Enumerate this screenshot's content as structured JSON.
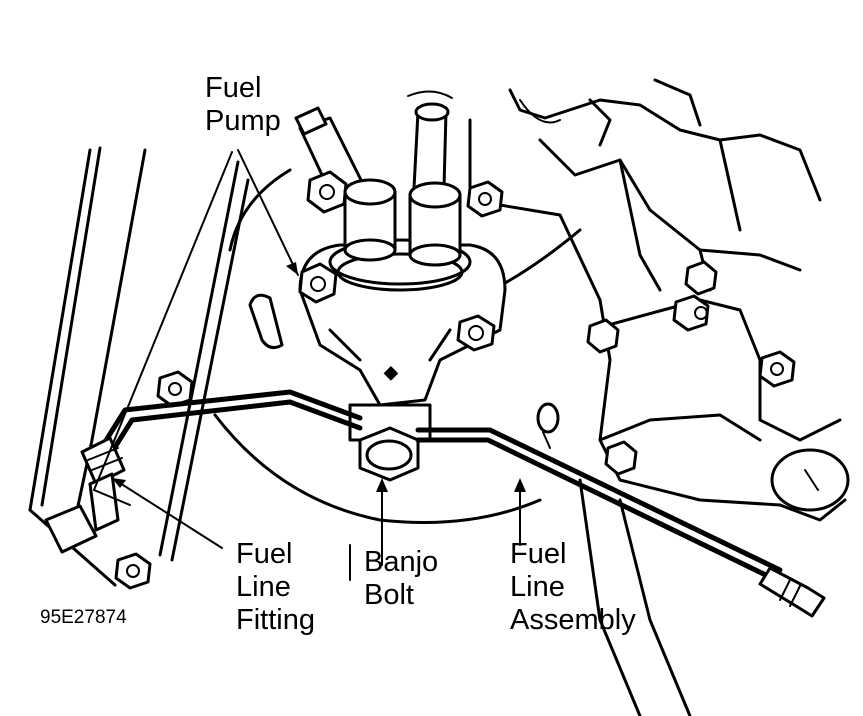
{
  "figure_id": "95E27874",
  "labels": {
    "fuel_pump": [
      "Fuel",
      "Pump"
    ],
    "banjo_bolt": [
      "Banjo",
      "Bolt"
    ],
    "fuel_line_fitting": [
      "Fuel",
      "Line",
      "Fitting"
    ],
    "fuel_line_assembly": [
      "Fuel",
      "Line",
      "Assembly"
    ]
  },
  "colors": {
    "line": "#000000",
    "background": "#ffffff"
  }
}
